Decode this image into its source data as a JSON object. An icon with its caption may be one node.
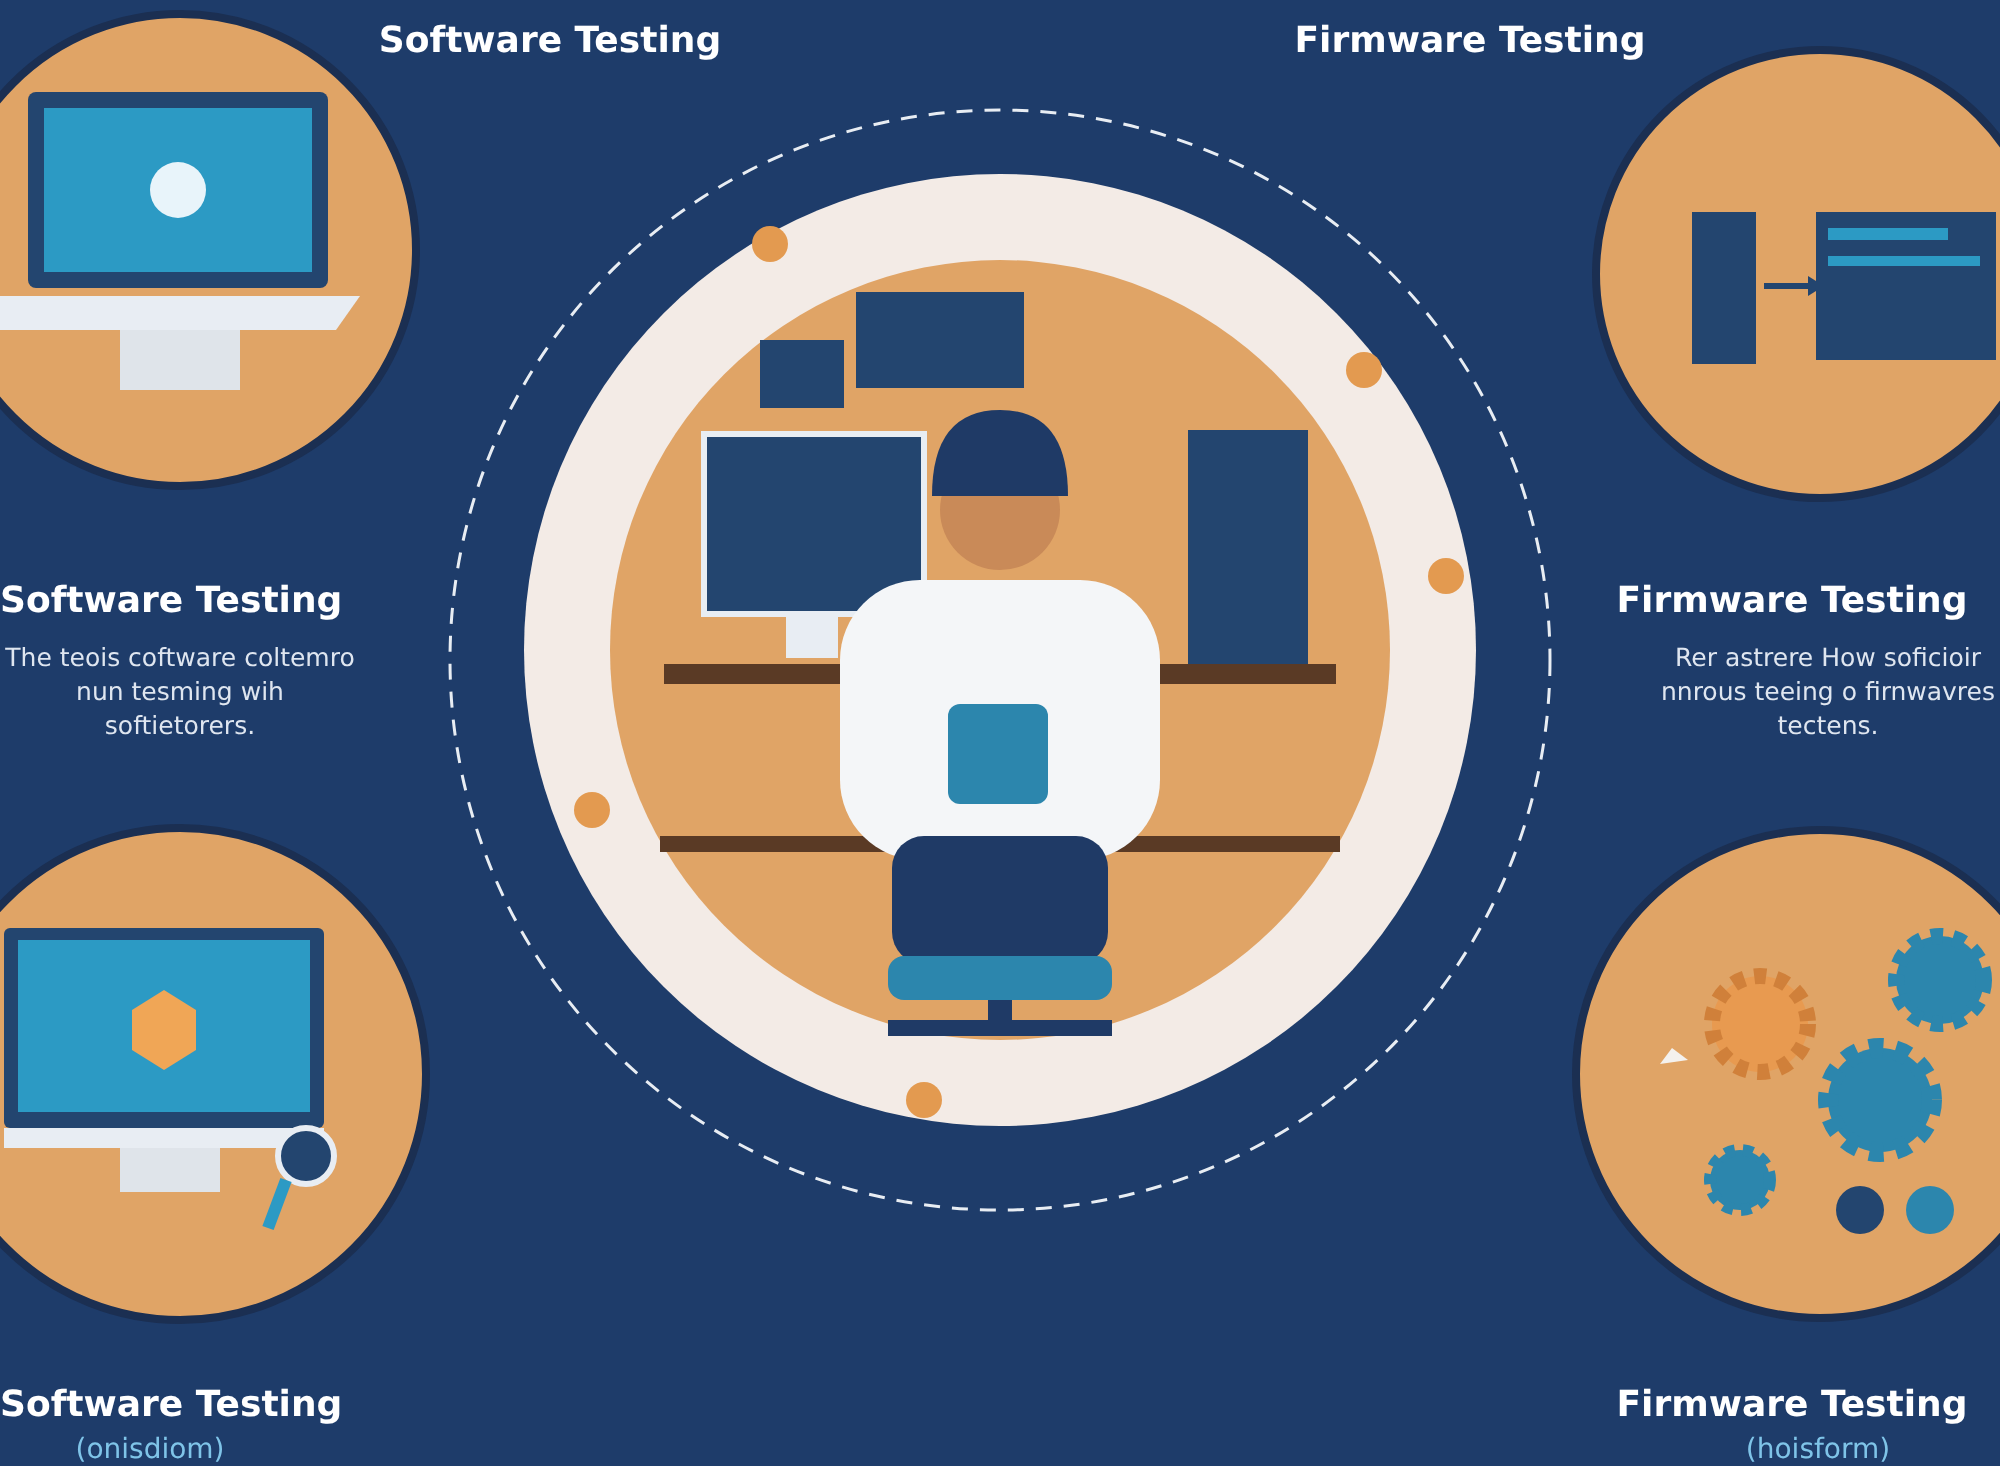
{
  "diagram": {
    "labels": [
      "Software Testing",
      "Firmware Testing",
      "Software Testing",
      "The teois coftware coltemro nun tesming wih softietorers.",
      "Firmware Testing",
      "Rer astrere How soficioir nnrous teeing o firnwavres tectens.",
      "Software Testing",
      "(onisdiom)",
      "Firmware Testing",
      "(hoisform)"
    ]
  }
}
